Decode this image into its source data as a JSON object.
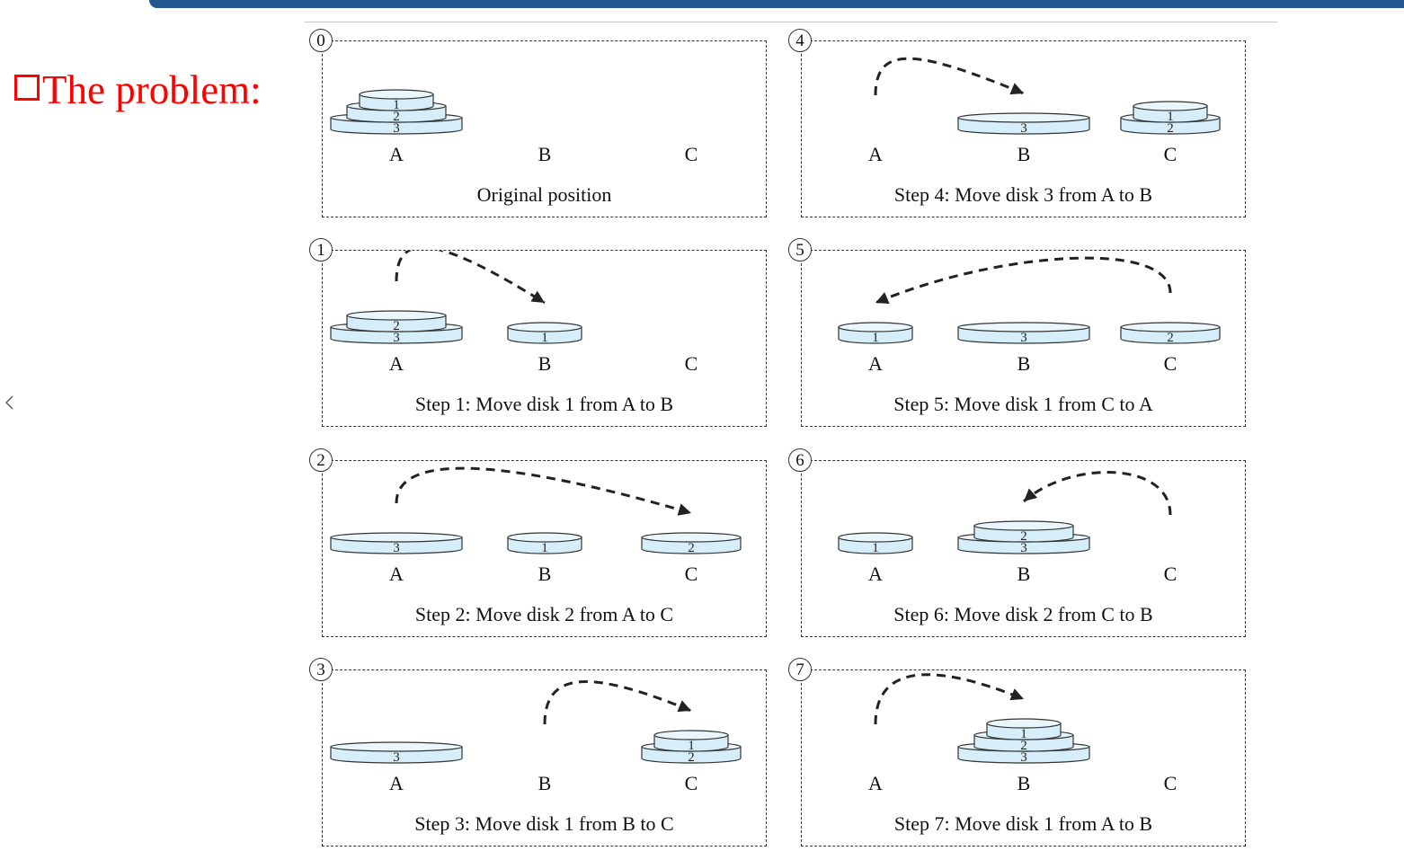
{
  "heading": "The problem:",
  "peg_labels": [
    "A",
    "B",
    "C"
  ],
  "disk_fill": "#d6eef9",
  "heading_color": "#ff0000",
  "accent_bar": "#24578f",
  "steps": [
    {
      "num": "0",
      "caption": "Original position"
    },
    {
      "num": "1",
      "caption": "Step 1: Move disk 1 from A to B"
    },
    {
      "num": "2",
      "caption": "Step 2: Move disk 2 from A to C"
    },
    {
      "num": "3",
      "caption": "Step 3: Move disk 1 from B to C"
    },
    {
      "num": "4",
      "caption": "Step 4: Move disk 3 from A to B"
    },
    {
      "num": "5",
      "caption": "Step 5: Move disk 1 from C to A"
    },
    {
      "num": "6",
      "caption": "Step 6: Move disk 2 from C to B"
    },
    {
      "num": "7",
      "caption": "Step 7: Move disk 1 from A to B"
    }
  ],
  "states": [
    {
      "A": [
        3,
        2,
        1
      ],
      "B": [],
      "C": []
    },
    {
      "A": [
        3,
        2
      ],
      "B": [
        1
      ],
      "C": []
    },
    {
      "A": [
        3
      ],
      "B": [
        1
      ],
      "C": [
        2
      ]
    },
    {
      "A": [
        3
      ],
      "B": [],
      "C": [
        2,
        1
      ]
    },
    {
      "A": [],
      "B": [
        3
      ],
      "C": [
        2,
        1
      ]
    },
    {
      "A": [
        1
      ],
      "B": [
        3
      ],
      "C": [
        2
      ]
    },
    {
      "A": [
        1
      ],
      "B": [
        3,
        2
      ],
      "C": []
    },
    {
      "A": [],
      "B": [
        3,
        2,
        1
      ],
      "C": []
    }
  ],
  "moves": [
    null,
    {
      "from": "A",
      "to": "B"
    },
    {
      "from": "A",
      "to": "C"
    },
    {
      "from": "B",
      "to": "C"
    },
    {
      "from": "A",
      "to": "B"
    },
    {
      "from": "C",
      "to": "A"
    },
    {
      "from": "C",
      "to": "B"
    },
    {
      "from": "A",
      "to": "B"
    }
  ]
}
